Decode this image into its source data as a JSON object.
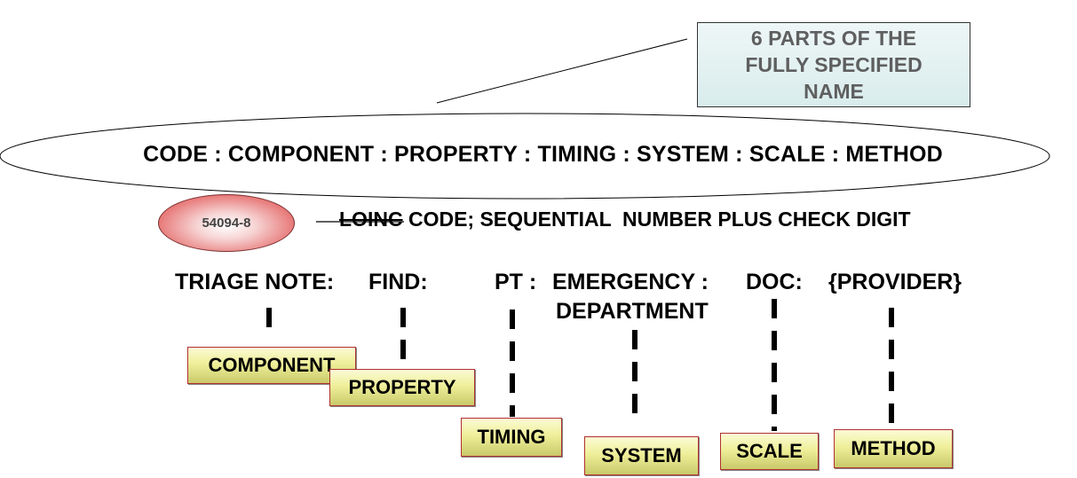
{
  "callout": {
    "text": "6 PARTS OF THE FULLY SPECIFIED NAME"
  },
  "main_line": "CODE : COMPONENT  : PROPERTY : TIMING : SYSTEM : SCALE : METHOD",
  "code_example": "54094-8",
  "code_description": {
    "struck": "LOINC",
    "rest": " CODE; SEQUENTIAL  NUMBER PLUS CHECK DIGIT"
  },
  "example_parts": {
    "component": "TRIAGE NOTE:",
    "property": "FIND:",
    "timing": "PT :",
    "system_line1": "EMERGENCY :",
    "system_line2": "DEPARTMENT",
    "scale": "DOC:",
    "method": "{PROVIDER}"
  },
  "tags": {
    "component": "COMPONENT",
    "property": "PROPERTY",
    "timing": "TIMING",
    "system": "SYSTEM",
    "scale": "SCALE",
    "method": "METHOD"
  },
  "colors": {
    "callout_fill": "#d9ecec",
    "oval_fill": "#e87b7b",
    "tag_fill": "#efef9a",
    "tag_border": "#b03030"
  }
}
